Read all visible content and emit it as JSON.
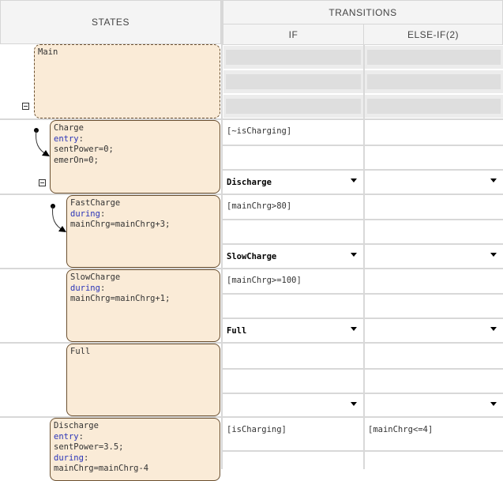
{
  "headers": {
    "states": "STATES",
    "transitions": "TRANSITIONS",
    "if": "IF",
    "else_if": "ELSE-IF(2)"
  },
  "rows": [
    {
      "state": {
        "name": "Main",
        "lines": []
      },
      "if": [],
      "else_if": []
    },
    {
      "state": {
        "name": "Charge",
        "entry": "entry",
        "entry_actions": "sentPower=0;\nemerOn=0;"
      },
      "if": [
        "[~isCharging]",
        "",
        "Discharge"
      ],
      "else_if": [
        "",
        "",
        ""
      ]
    },
    {
      "state": {
        "name": "FastCharge",
        "during": "during",
        "during_actions": "mainChrg=mainChrg+3;"
      },
      "if": [
        "[mainChrg>80]",
        "",
        "SlowCharge"
      ],
      "else_if": [
        "",
        "",
        ""
      ]
    },
    {
      "state": {
        "name": "SlowCharge",
        "during": "during",
        "during_actions": "mainChrg=mainChrg+1;"
      },
      "if": [
        "[mainChrg>=100]",
        "",
        "Full"
      ],
      "else_if": [
        "",
        "",
        ""
      ]
    },
    {
      "state": {
        "name": "Full"
      },
      "if": [
        "",
        "",
        ""
      ],
      "else_if": [
        "",
        "",
        ""
      ]
    },
    {
      "state": {
        "name": "Discharge",
        "entry": "entry",
        "entry_actions": "sentPower=3.5;",
        "during": "during",
        "during_actions": "mainChrg=mainChrg-4"
      },
      "if": [
        "[isCharging]",
        ""
      ],
      "else_if": [
        "[mainChrg<=4]",
        ""
      ]
    }
  ],
  "colors": {
    "state_fill": "#faebd7",
    "state_border": "#6b5030",
    "keyword": "#2a34b8"
  }
}
